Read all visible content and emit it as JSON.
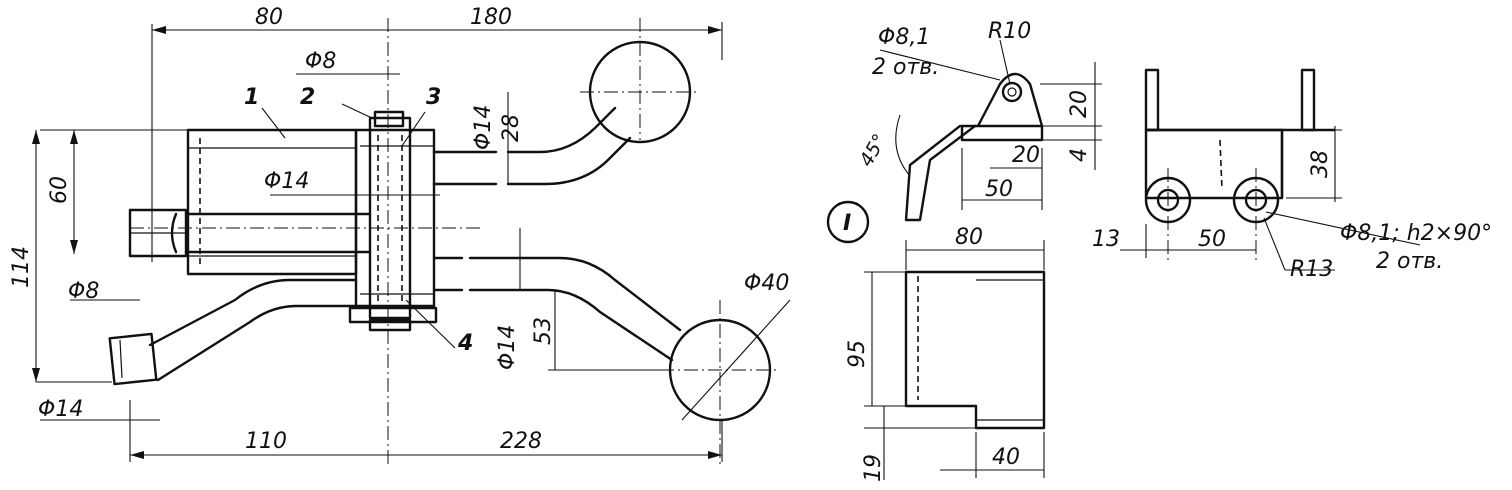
{
  "main_view": {
    "dim_80": "80",
    "dim_180": "180",
    "dim_phi8_top": "Φ8",
    "pos_1": "1",
    "pos_2": "2",
    "pos_3": "3",
    "pos_4": "4",
    "dim_phi14_top": "Φ14",
    "dim_28": "28",
    "dim_phi14_mid": "Φ14",
    "dim_60": "60",
    "dim_114": "114",
    "dim_phi8_left": "Φ8",
    "dim_phi14_left": "Φ14",
    "dim_phi14_bottom": "Φ14",
    "dim_53": "53",
    "dim_phi40": "Φ40",
    "dim_110": "110",
    "dim_228": "228"
  },
  "side_view": {
    "dim_phi81": "Φ8,1",
    "note_2holes": "2 отв.",
    "dim_r10": "R10",
    "dim_20_v": "20",
    "dim_20_h": "20",
    "dim_4": "4",
    "dim_45": "45°",
    "dim_50": "50"
  },
  "detail_view": {
    "circle_label": "I",
    "dim_80": "80",
    "dim_95": "95",
    "dim_19": "19",
    "dim_40": "40"
  },
  "right_view": {
    "dim_38": "38",
    "dim_13": "13",
    "dim_50": "50",
    "dim_phi81_chamfer": "Φ8,1; h2×90°",
    "note_2holes": "2 отв.",
    "dim_r13": "R13"
  }
}
